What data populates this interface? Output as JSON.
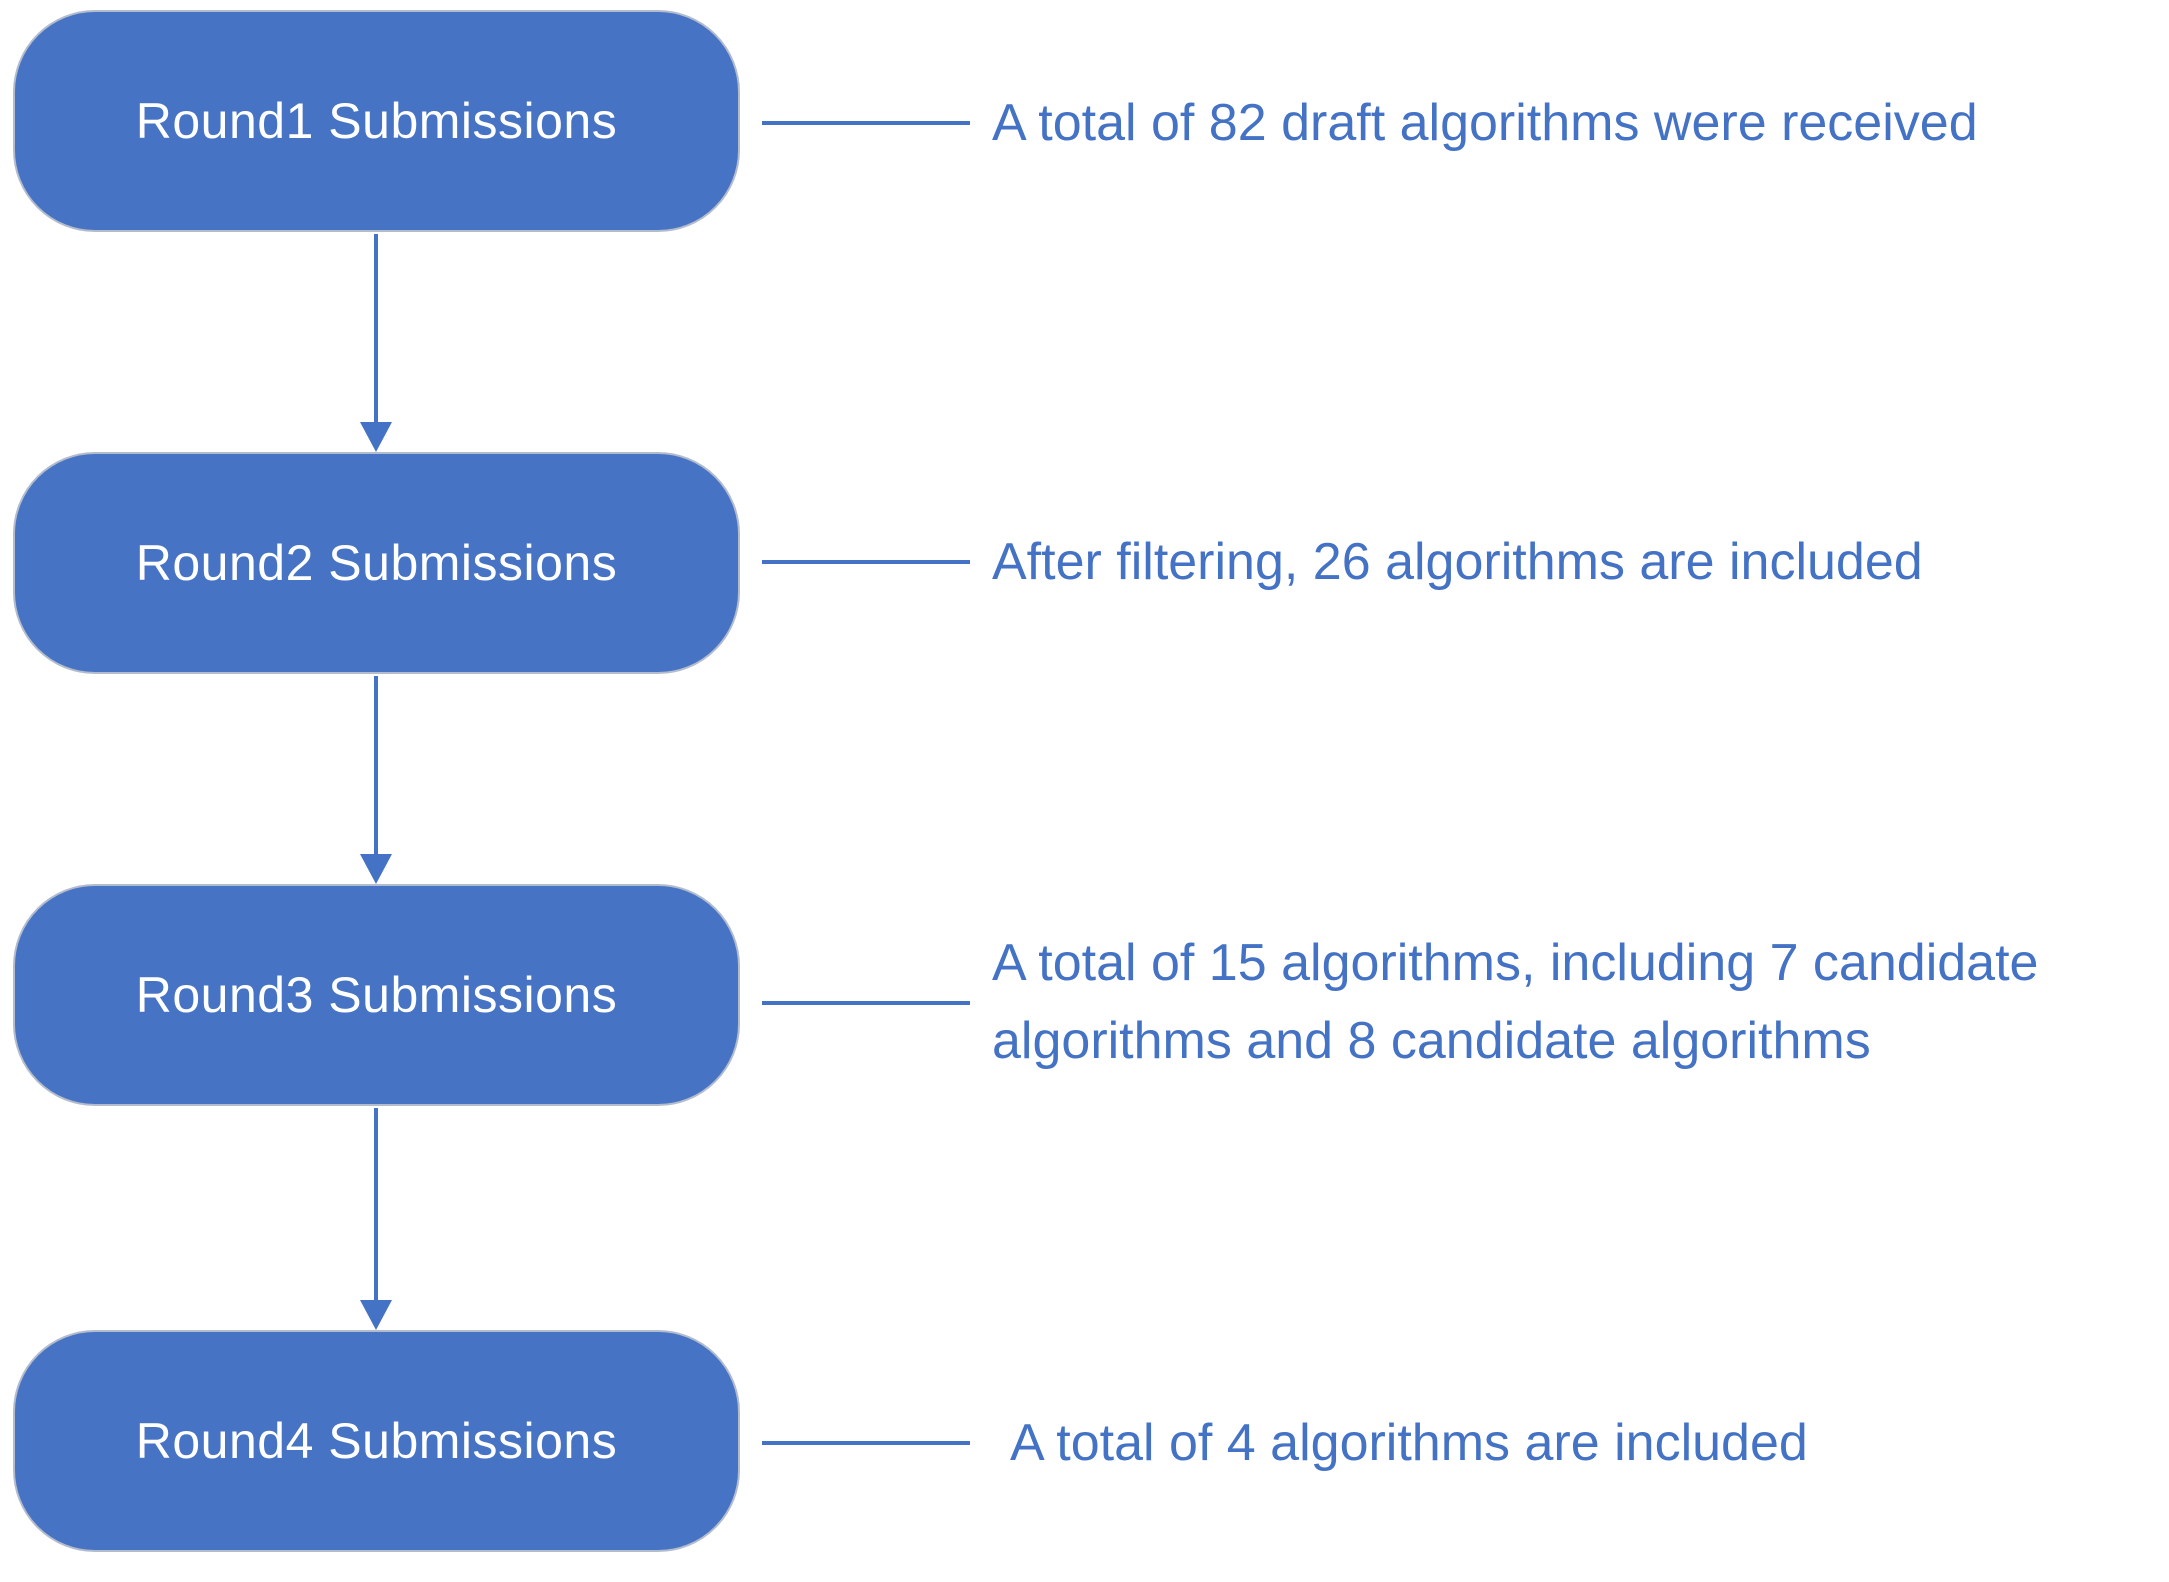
{
  "diagram": {
    "type": "flowchart",
    "accent_color": "#4472C4",
    "node_fill_color": "#4673C4",
    "node_text_color": "#ffffff",
    "nodes": [
      {
        "label": "Round1 Submissions",
        "annotation_lines": [
          "A total of 82 draft algorithms were received"
        ]
      },
      {
        "label": "Round2 Submissions",
        "annotation_lines": [
          "After filtering, 26 algorithms are included"
        ]
      },
      {
        "label": "Round3 Submissions",
        "annotation_lines": [
          "A total of 15 algorithms, including 7 candidate",
          "algorithms and 8 candidate algorithms"
        ]
      },
      {
        "label": "Round4 Submissions",
        "annotation_lines": [
          "A total of 4 algorithms are included"
        ]
      }
    ]
  }
}
